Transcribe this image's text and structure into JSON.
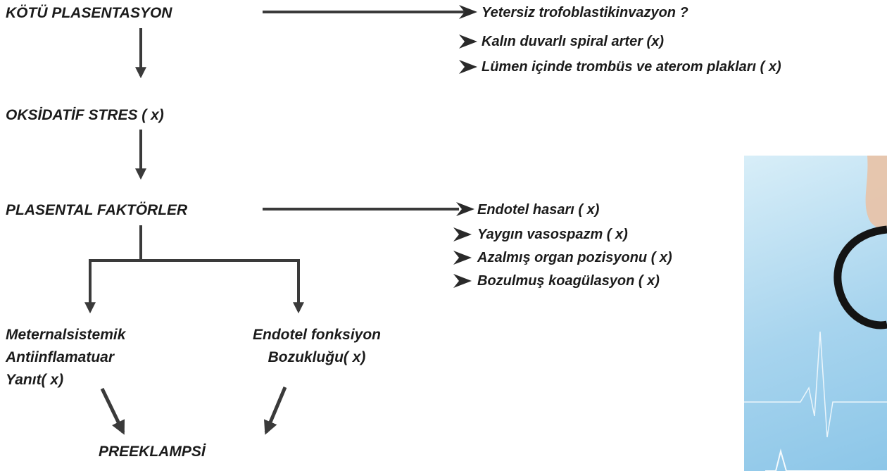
{
  "nodes": {
    "kotu": "KÖTÜ PLASENTASYON",
    "oks": "OKSİDATİF STRES ( x)",
    "fak": "PLASENTAL FAKTÖRLER",
    "mat": [
      "Meternalsistemik",
      "Antiinflamatuar",
      "Yanıt( x)"
    ],
    "endo": [
      "Endotel fonksiyon",
      "Bozukluğu( x)"
    ],
    "pre": "PREEKLAMPSİ"
  },
  "branch1_items": [
    "Yetersiz trofoblastikinvazyon ?",
    "Kalın duvarlı spiral arter (x)",
    "Lümen içinde trombüs ve aterom plakları ( x)"
  ],
  "branch2_items": [
    "Endotel hasarı ( x)",
    "Yaygın vasospazm ( x)",
    "Azalmış organ pozisyonu ( x)",
    "Bozulmuş koagülasyon ( x)"
  ],
  "photo": {
    "subject": "stethoscope",
    "colors": {
      "background": "#a7d4ee",
      "tube": "#1a1a1a",
      "ecg_line": "#ffffff"
    }
  },
  "colors": {
    "text": "#1b1b1b",
    "lines": "#3a3a3a"
  }
}
